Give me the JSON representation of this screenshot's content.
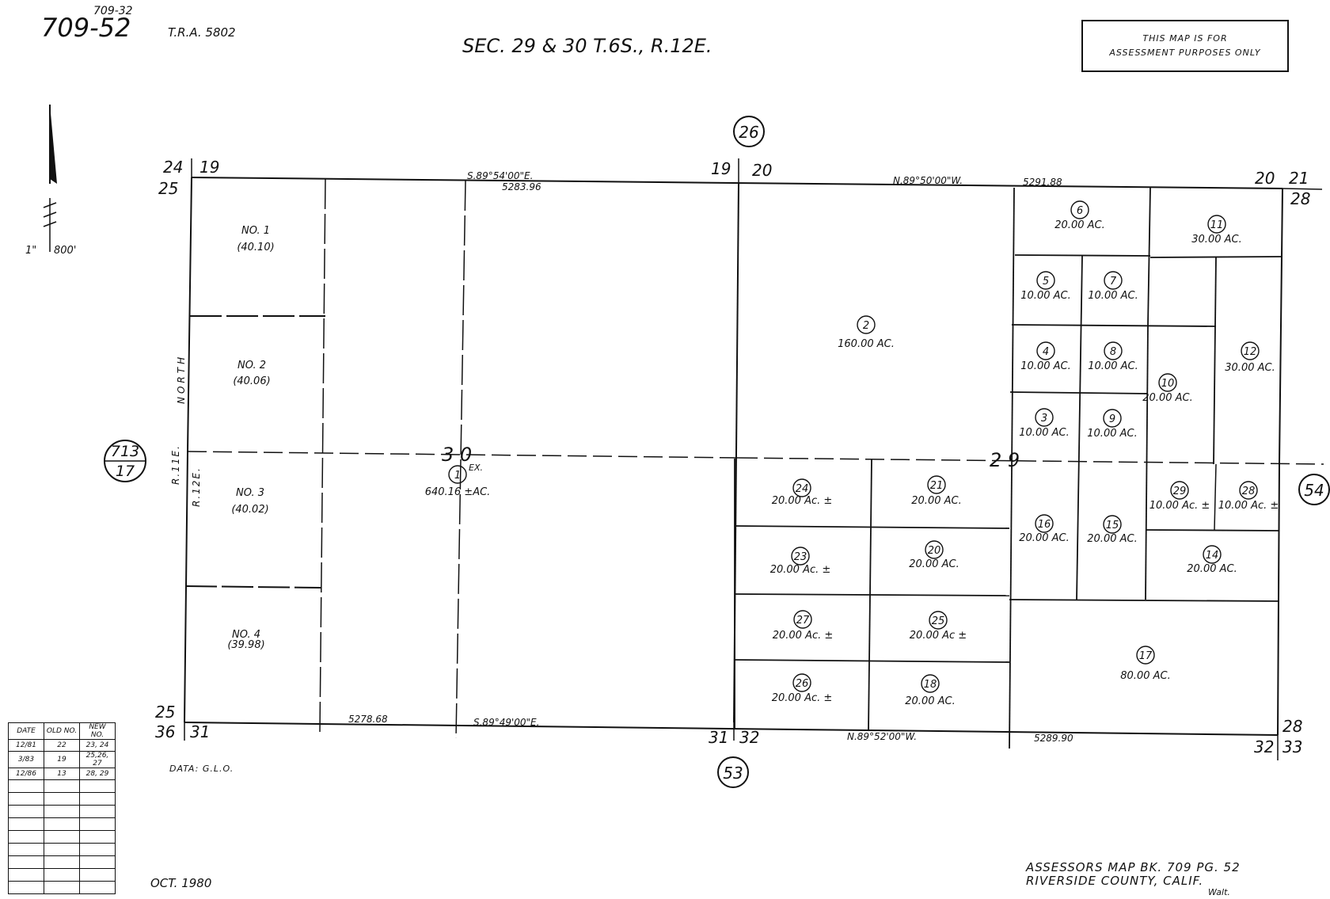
{
  "header": {
    "prev_book_page": "709-32",
    "book_page": "709-52",
    "tra": "T.R.A. 5802",
    "title": "SEC. 29 & 30  T.6S., R.12E.",
    "disclaimer_line1": "THIS MAP IS FOR",
    "disclaimer_line2": "ASSESSMENT PURPOSES ONLY"
  },
  "scale": {
    "inch": "1\"",
    "feet": "800'"
  },
  "section_corners": {
    "nw_a": "24",
    "nw_b": "19",
    "nw_c": "25",
    "nmid_a": "19",
    "nmid_b": "20",
    "ne_a": "20",
    "ne_b": "21",
    "ne_c": "28",
    "sw_a": "25",
    "sw_b": "36",
    "sw_c": "31",
    "smid_a": "31",
    "smid_b": "32",
    "se_a": "28",
    "se_b": "32",
    "se_c": "33"
  },
  "section_labels": {
    "sec30": "3 0",
    "sec29": "2 9"
  },
  "bearings": {
    "north_1": "S.89°54'00\"E.",
    "north_1_dist": "5283.96",
    "north_2": "N.89°50'00\"W.",
    "north_2_dist": "5291.88",
    "south_1_dist": "5278.68",
    "south_1": "S.89°49'00\"E.",
    "south_2": "N.89°52'00\"W.",
    "south_2_dist": "5289.90"
  },
  "side_labels": {
    "north": "NORTH",
    "r11e": "R.11E.",
    "r12e": "R.12E."
  },
  "adjoining_maps": {
    "top": "26",
    "bottom": "53",
    "right": "54",
    "left_top": "713",
    "left_bottom": "17"
  },
  "lots": [
    {
      "no": "NO. 1",
      "ac": "(40.10)"
    },
    {
      "no": "NO. 2",
      "ac": "(40.06)"
    },
    {
      "no": "NO. 3",
      "ac": "(40.02)"
    },
    {
      "no": "NO. 4",
      "ac": "(39.98)"
    }
  ],
  "parcels": [
    {
      "num": "1",
      "area": "640.16 ±AC.",
      "suffix": "EX."
    },
    {
      "num": "2",
      "area": "160.00 AC."
    },
    {
      "num": "3",
      "area": "10.00 AC."
    },
    {
      "num": "4",
      "area": "10.00 AC."
    },
    {
      "num": "5",
      "area": "10.00 AC."
    },
    {
      "num": "6",
      "area": "20.00 AC."
    },
    {
      "num": "7",
      "area": "10.00 AC."
    },
    {
      "num": "8",
      "area": "10.00 AC."
    },
    {
      "num": "9",
      "area": "10.00 AC."
    },
    {
      "num": "10",
      "area": "20.00 AC."
    },
    {
      "num": "11",
      "area": "30.00 AC."
    },
    {
      "num": "12",
      "area": "30.00 AC."
    },
    {
      "num": "14",
      "area": "20.00 AC."
    },
    {
      "num": "15",
      "area": "20.00 AC."
    },
    {
      "num": "16",
      "area": "20.00 AC."
    },
    {
      "num": "17",
      "area": "80.00 AC."
    },
    {
      "num": "18",
      "area": "20.00 AC."
    },
    {
      "num": "20",
      "area": "20.00 AC."
    },
    {
      "num": "21",
      "area": "20.00 AC."
    },
    {
      "num": "23",
      "area": "20.00 Ac. ±"
    },
    {
      "num": "24",
      "area": "20.00 Ac. ±"
    },
    {
      "num": "25",
      "area": "20.00 Ac ±"
    },
    {
      "num": "26",
      "area": "20.00 Ac. ±"
    },
    {
      "num": "27",
      "area": "20.00 Ac. ±"
    },
    {
      "num": "28",
      "area": "10.00 Ac. ±"
    },
    {
      "num": "29",
      "area": "10.00 Ac. ±"
    }
  ],
  "history_table": {
    "headers": [
      "DATE",
      "OLD NO.",
      "NEW NO."
    ],
    "rows": [
      [
        "12/81",
        "22",
        "23, 24"
      ],
      [
        "3/83",
        "19",
        "25,26, 27"
      ],
      [
        "12/86",
        "13",
        "28, 29"
      ]
    ]
  },
  "footer": {
    "data_source": "DATA: G.L.O.",
    "date": "OCT. 1980",
    "book_line": "ASSESSORS MAP BK. 709 PG. 52",
    "county_line": "RIVERSIDE COUNTY, CALIF.",
    "drafter": "Walt."
  }
}
